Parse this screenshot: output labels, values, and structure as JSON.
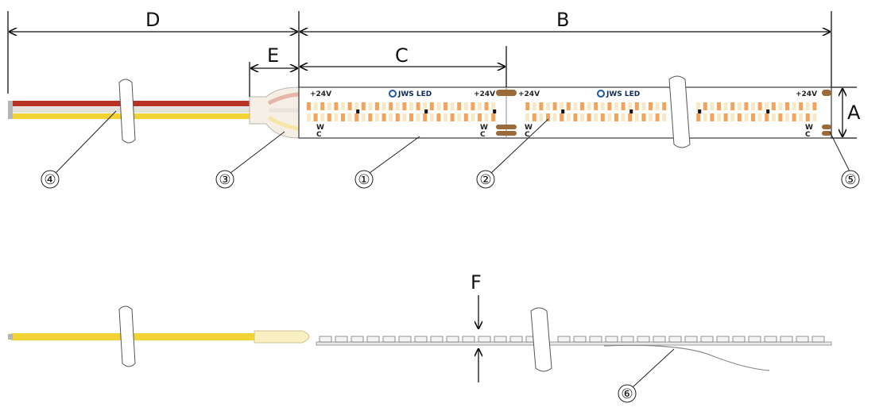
{
  "dimensions": {
    "A": "A",
    "B": "B",
    "C": "C",
    "D": "D",
    "E": "E",
    "F": "F"
  },
  "pads": {
    "plus": "+24V",
    "w": "W",
    "c": "C"
  },
  "brand": "JWS LED",
  "callouts": [
    "①",
    "②",
    "③",
    "④",
    "⑤",
    "⑥"
  ],
  "colors": {
    "wire_red": "#b83226",
    "wire_white": "#e4e1d8",
    "wire_yellow": "#f2d234",
    "pad_copper": "#9a6a3a",
    "led_warm": "#f3a35a",
    "led_cool": "#f7e8c6",
    "logo_blue": "#1d5aa6"
  }
}
